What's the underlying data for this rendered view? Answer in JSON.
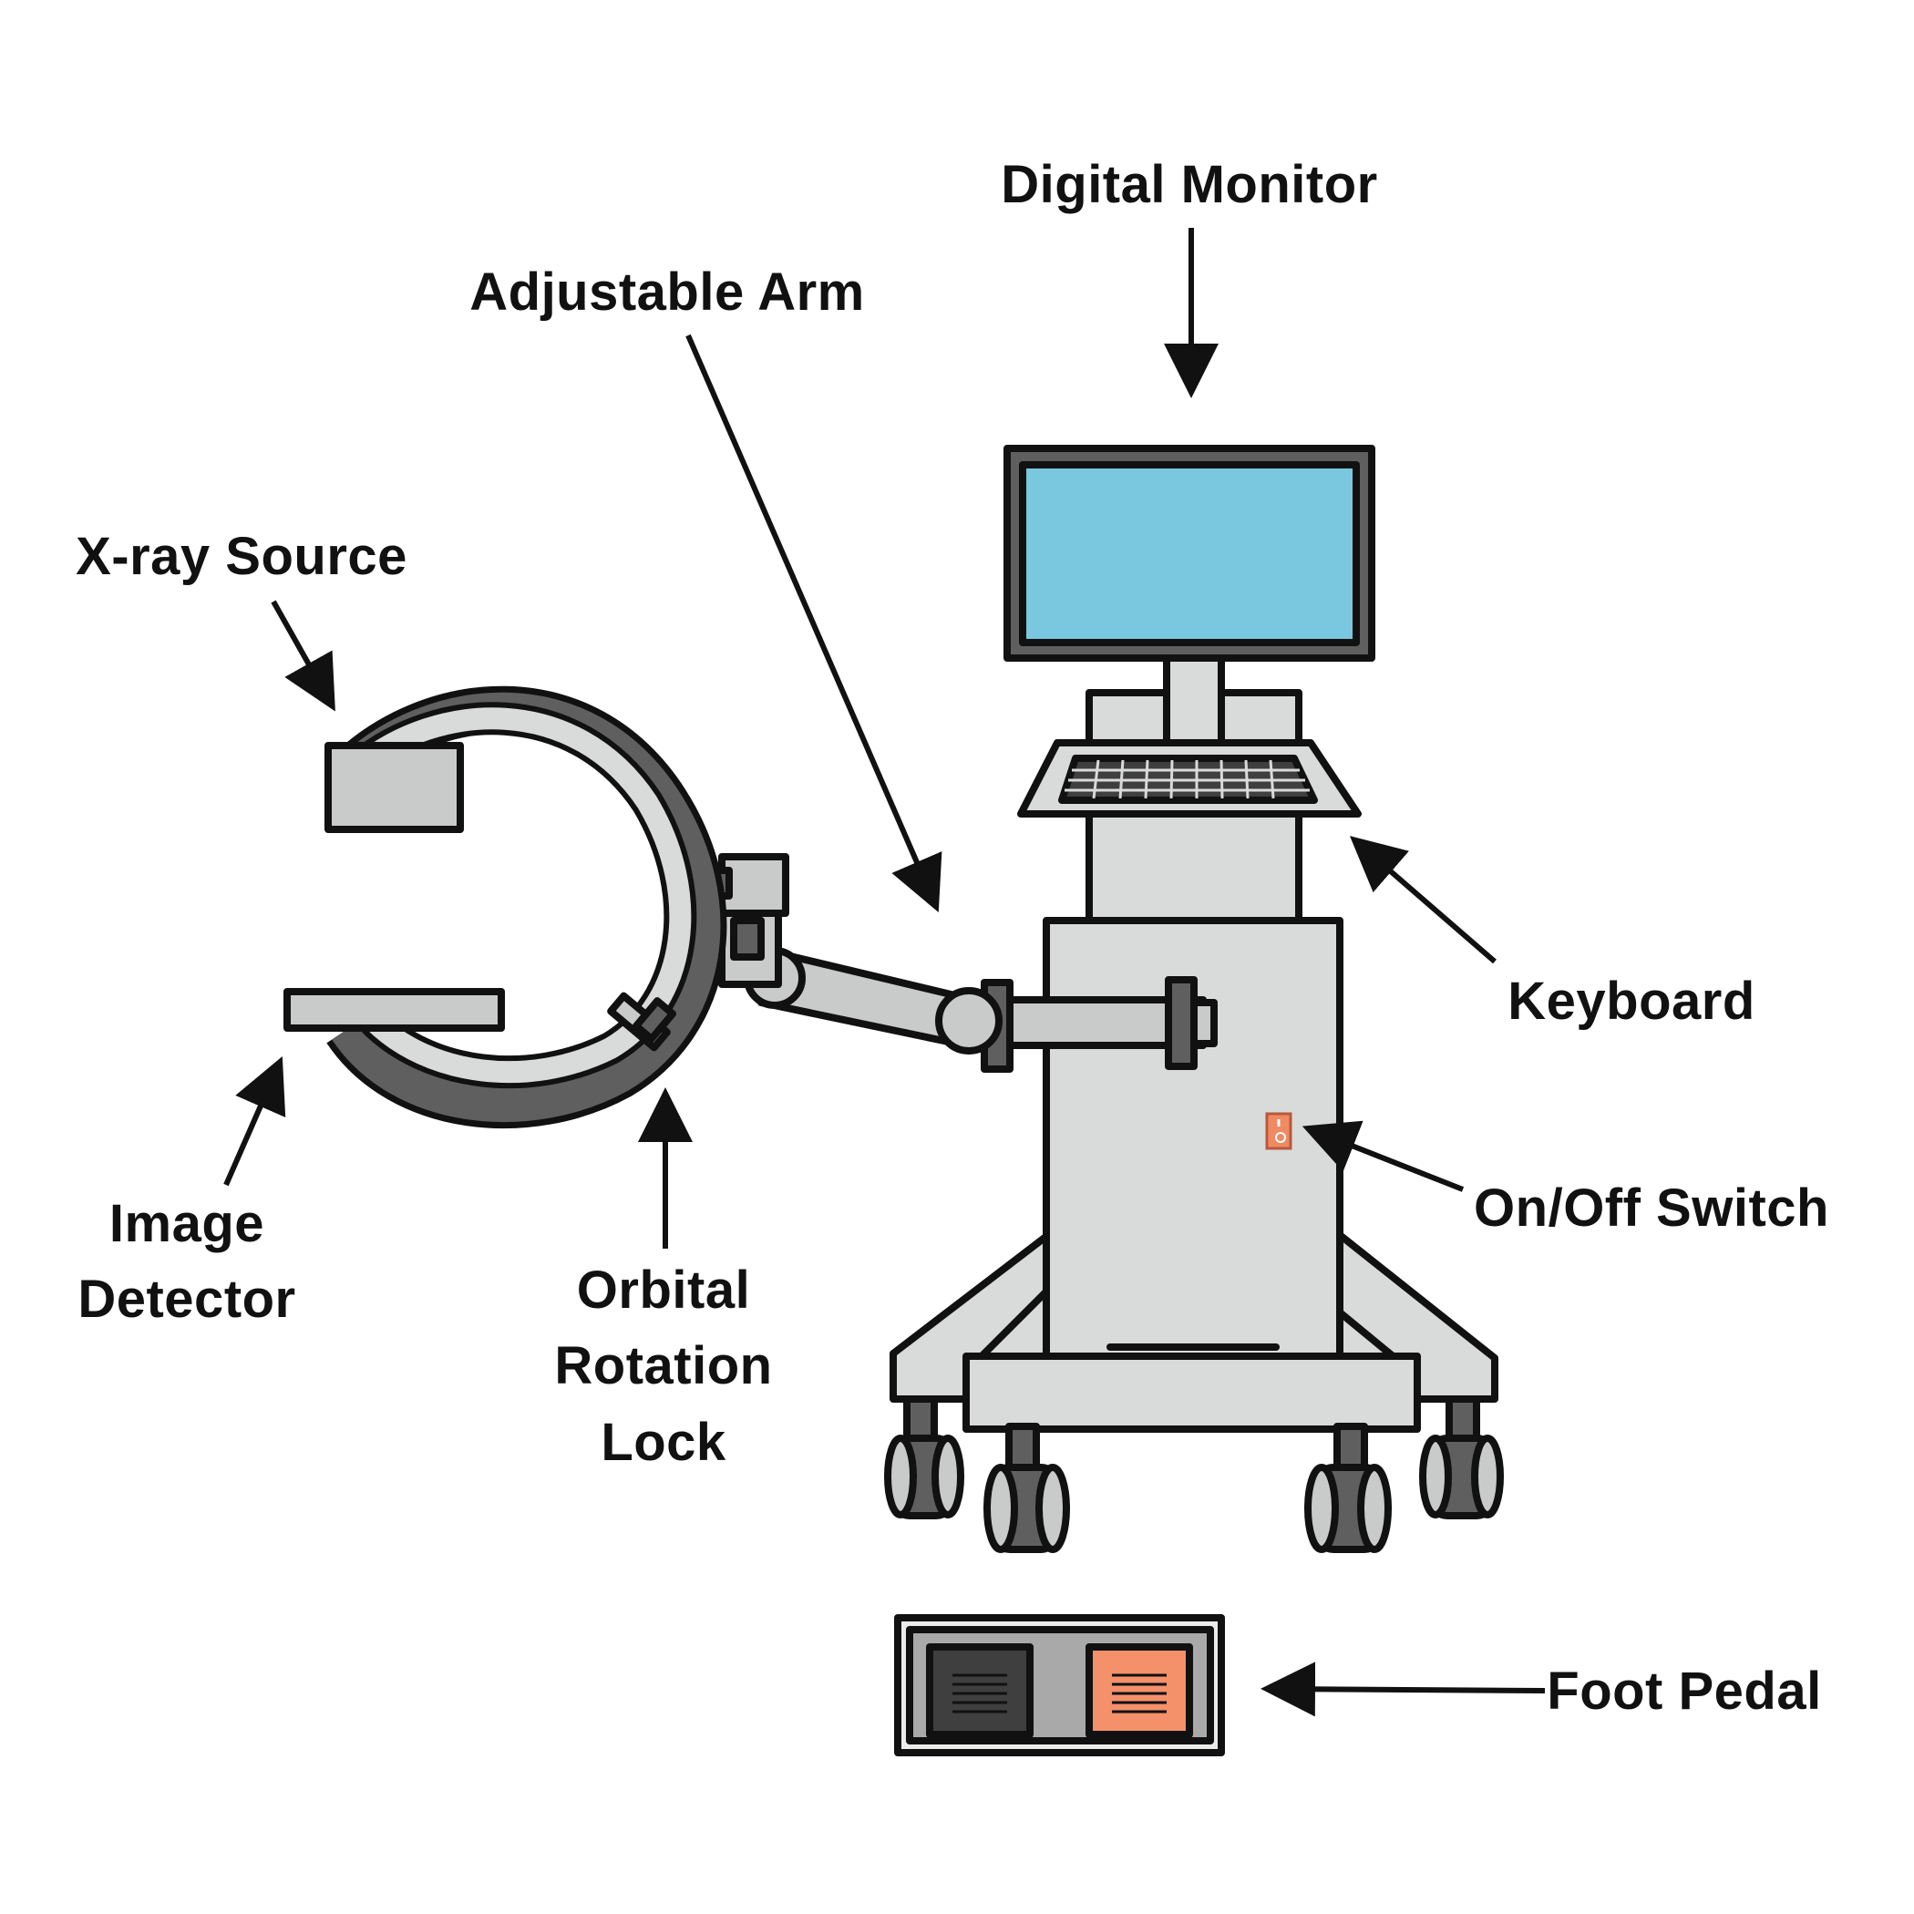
{
  "labels": {
    "digital_monitor": "Digital Monitor",
    "adjustable_arm": "Adjustable Arm",
    "xray_source": "X-ray Source",
    "keyboard": "Keyboard",
    "image_detector_line1": "Image",
    "image_detector_line2": "Detector",
    "orbital_line1": "Orbital",
    "orbital_line2": "Rotation",
    "orbital_line3": "Lock",
    "on_off_switch": "On/Off Switch",
    "foot_pedal": "Foot Pedal"
  },
  "colors": {
    "outline": "#111111",
    "light_gray": "#d9dada",
    "mid_gray": "#c9caca",
    "dark_gray": "#5f5f5f",
    "darker_gray": "#3f3f3f",
    "screen_blue": "#79c8e0",
    "accent_orange": "#f4906a",
    "switch_orange": "#f08a62"
  }
}
